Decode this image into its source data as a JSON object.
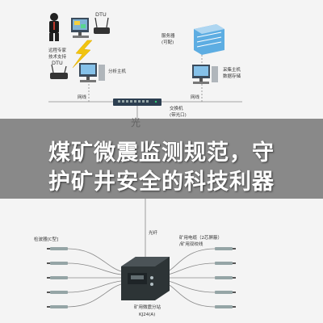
{
  "top": {
    "dtu_label_1": "DTU",
    "expert_label_line1": "远程专家",
    "expert_label_line2": "技术支持",
    "dtu_label_2": "DTU",
    "analysis_host_label": "分析主机",
    "server_label_line1": "服务器",
    "server_label_line2": "(可配)",
    "collector_label_line1": "采集主机",
    "collector_label_line2": "数据存储",
    "network_label_left": "网线",
    "network_label_right": "网线",
    "switch_label_line1": "交换机",
    "switch_label_line2": "(带光口)",
    "fiber_label_partial": "光"
  },
  "banner": {
    "line1": "煤矿微震监测规范，守",
    "line2": "护矿井安全的科技利器"
  },
  "bottom": {
    "fiber_label": "光纤",
    "sensor_group_label": "检波器[C型]",
    "cable_label_line1": "矿用电缆（2芯屏蔽）",
    "cable_label_line2": "/矿用双绞线",
    "station_label_line1": "矿用微震分站",
    "station_label_line2": "KJ24(A)"
  },
  "colors": {
    "banner_bg": "#6e6e6e",
    "banner_text": "#ffffff",
    "line": "#888888",
    "station": "#2d3436"
  }
}
